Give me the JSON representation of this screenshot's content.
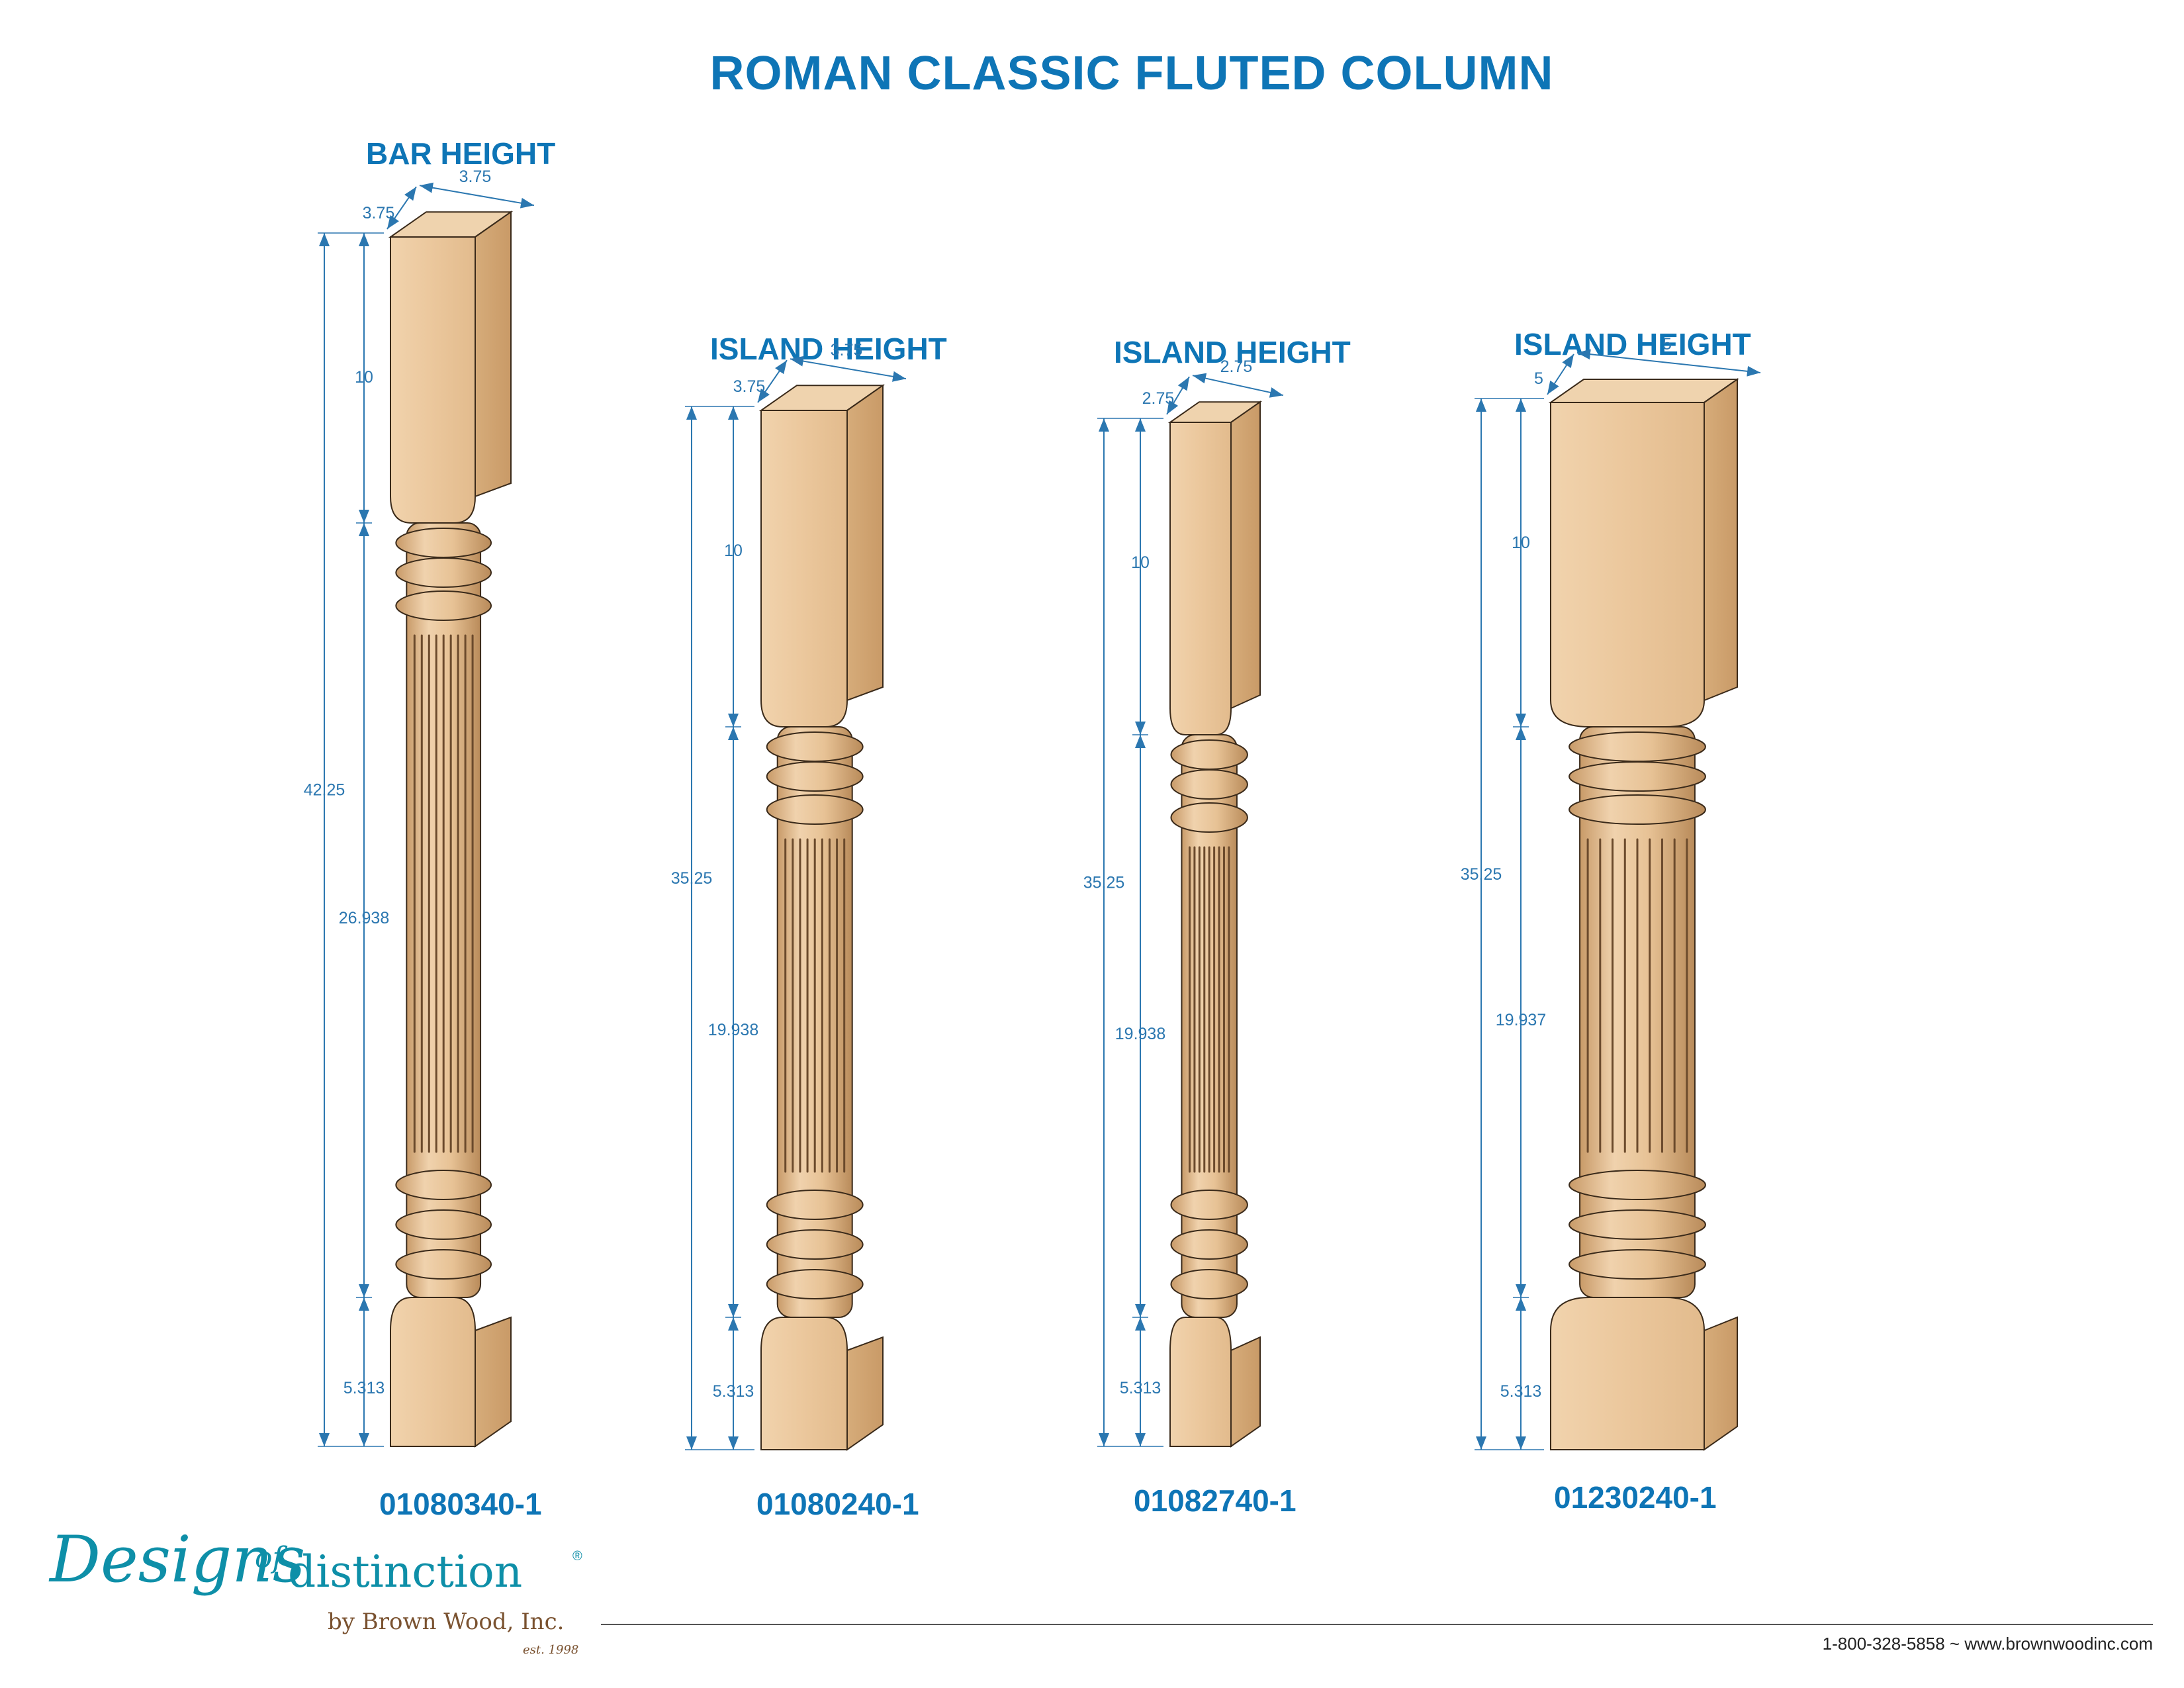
{
  "title": "ROMAN CLASSIC FLUTED COLUMN",
  "columns": [
    {
      "height_label": "BAR HEIGHT",
      "part_number": "01080340-1",
      "dims": {
        "width": "3.75",
        "depth": "3.75",
        "overall": "42.25",
        "top_block": "10",
        "shaft": "26.938",
        "bottom_block": "5.313"
      }
    },
    {
      "height_label": "ISLAND HEIGHT",
      "part_number": "01080240-1",
      "dims": {
        "width": "3.75",
        "depth": "3.75",
        "overall": "35.25",
        "top_block": "10",
        "shaft": "19.938",
        "bottom_block": "5.313"
      }
    },
    {
      "height_label": "ISLAND HEIGHT",
      "part_number": "01082740-1",
      "dims": {
        "width": "2.75",
        "depth": "2.75",
        "overall": "35.25",
        "top_block": "10",
        "shaft": "19.938",
        "bottom_block": "5.313"
      }
    },
    {
      "height_label": "ISLAND HEIGHT",
      "part_number": "01230240-1",
      "dims": {
        "width": "5",
        "depth": "5",
        "overall": "35.25",
        "top_block": "10",
        "shaft": "19.937",
        "bottom_block": "5.313"
      }
    }
  ],
  "brand": {
    "name_script": "Designs",
    "name_of": "of",
    "name_rest": "distinction",
    "registered": "®",
    "byline": "by Brown Wood, Inc.",
    "est": "est. 1998"
  },
  "contact": "1-800-328-5858 ~ www.brownwoodinc.com",
  "colors": {
    "accent": "#0e75b6",
    "wood": "#e6c39a",
    "dimension": "#2b77b0"
  }
}
